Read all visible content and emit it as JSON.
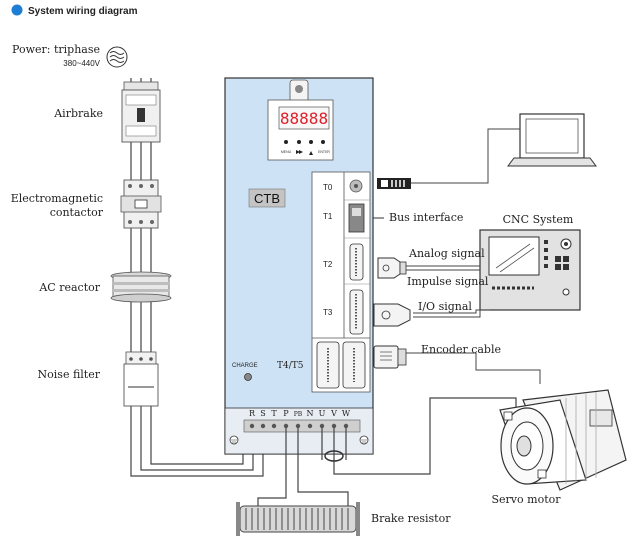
{
  "header": {
    "title": "System wiring diagram",
    "accent": "#1e7ed6"
  },
  "power": {
    "label": "Power: triphase",
    "voltage": "380~440V"
  },
  "components": {
    "airbrake": "Airbrake",
    "contactor_line1": "Electromagnetic",
    "contactor_line2": "contactor",
    "reactor": "AC reactor",
    "filter": "Noise filter",
    "brake_resistor": "Brake resistor",
    "servo_motor": "Servo motor",
    "cnc_system": "CNC System"
  },
  "drive": {
    "brand": "CTB",
    "display": "88888",
    "buttons": [
      "MENU",
      "",
      "",
      "ENTER"
    ],
    "ports": [
      "T0",
      "T1",
      "T2",
      "T3",
      "T4/T5"
    ],
    "charge": "CHARGE",
    "terminals": [
      "R",
      "S",
      "T",
      "P",
      "PB",
      "N",
      "U",
      "V",
      "W"
    ]
  },
  "signals": {
    "bus": "Bus interface",
    "analog": "Analog signal",
    "impulse": "Impulse signal",
    "io": "I/O signal",
    "encoder": "Encoder cable"
  },
  "colors": {
    "drive_body": "#cde3f5",
    "display_digits": "#e0202a",
    "line": "#444444"
  }
}
